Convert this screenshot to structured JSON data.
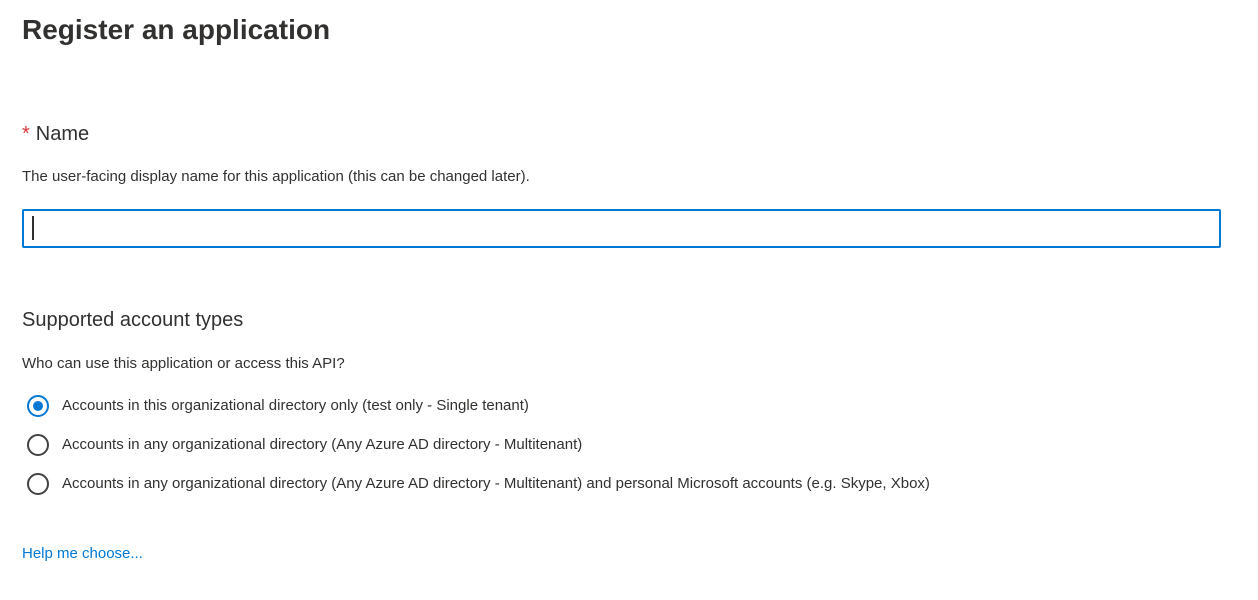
{
  "page": {
    "title": "Register an application"
  },
  "name_section": {
    "required_marker": "*",
    "label": "Name",
    "description": "The user-facing display name for this application (this can be changed later).",
    "input_value": "",
    "input_placeholder": "",
    "input_focused": true
  },
  "account_types_section": {
    "heading": "Supported account types",
    "question": "Who can use this application or access this API?",
    "options": [
      {
        "label": "Accounts in this organizational directory only (test only - Single tenant)",
        "selected": true
      },
      {
        "label": "Accounts in any organizational directory (Any Azure AD directory - Multitenant)",
        "selected": false
      },
      {
        "label": "Accounts in any organizational directory (Any Azure AD directory - Multitenant) and personal Microsoft accounts (e.g. Skype, Xbox)",
        "selected": false
      }
    ],
    "help_link_label": "Help me choose..."
  },
  "colors": {
    "accent_blue": "#0078d4",
    "required_red": "#d13438",
    "text": "#323130",
    "radio_border": "#424242"
  }
}
